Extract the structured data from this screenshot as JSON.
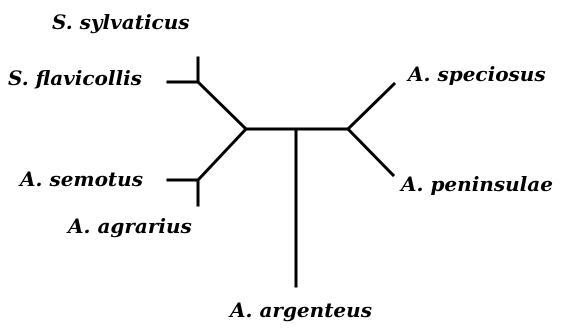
{
  "diagram": {
    "type": "unrooted phylogenetic tree",
    "stroke_color": "#000000",
    "label_color": "#000000",
    "taxa": {
      "sylvaticus": "S. sylvaticus",
      "flavicollis": "S. flavicollis",
      "semotus": "A. semotus",
      "agrarius": "A. agrarius",
      "speciosus": "A. speciosus",
      "peninsulae": "A. peninsulae",
      "argenteus": "A. argenteus"
    }
  }
}
